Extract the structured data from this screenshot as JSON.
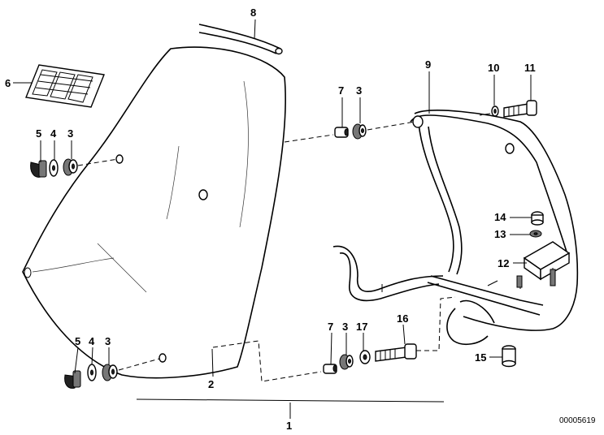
{
  "title": "",
  "reference_code": "00005619",
  "callouts": {
    "c1": "1",
    "c2": "2",
    "c3a": "3",
    "c3b": "3",
    "c3c": "3",
    "c3d": "3",
    "c4a": "4",
    "c4b": "4",
    "c5a": "5",
    "c5b": "5",
    "c6": "6",
    "c7a": "7",
    "c7b": "7",
    "c8": "8",
    "c9": "9",
    "c10": "10",
    "c11": "11",
    "c12": "12",
    "c13": "13",
    "c14": "14",
    "c15": "15",
    "c16": "16",
    "c17": "17"
  }
}
